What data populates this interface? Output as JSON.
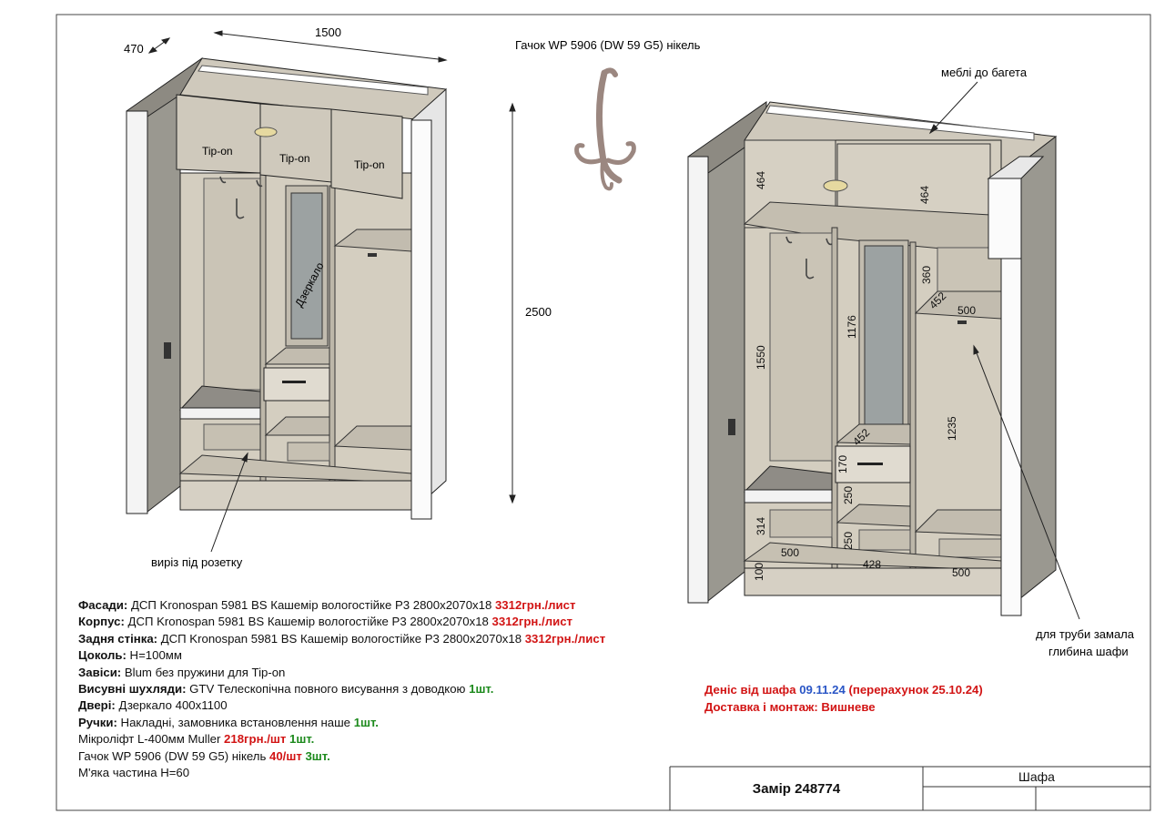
{
  "dims_left": {
    "depth": "470",
    "width": "1500",
    "height": "2500"
  },
  "facade_labels": [
    "Tip-on",
    "Tip-on",
    "Tip-on"
  ],
  "mirror_label": "Дзеркало",
  "hook_title": "Гачок WP 5906 (DW 59 G5) нікель",
  "callouts": {
    "socket": "виріз під розетку",
    "baguette": "меблі до багета",
    "pipe_line1": "для труби замала",
    "pipe_line2": "глибина шафи"
  },
  "dims_right": {
    "top_left": "464",
    "top_right": "464",
    "left_tall": "1550",
    "mid_tall": "1176",
    "right_upper": "360",
    "right_shelf_depth": "452",
    "right_shelf_width": "500",
    "right_rail": "1235",
    "mid_depth": "452",
    "drawer": "170",
    "mid_low": "250",
    "mid_bottom": "250",
    "mid_width": "428",
    "left_low": "314",
    "left_width": "500",
    "plinth": "100",
    "right_width": "500"
  },
  "spec": [
    {
      "label": "Фасади:",
      "text": " ДСП Kronospan 5981 BS Кашемір вологостійке P3 2800x2070x18 ",
      "price": "3312грн./лист"
    },
    {
      "label": "Корпус:",
      "text": " ДСП Kronospan 5981 BS Кашемір вологостійке P3 2800x2070x18 ",
      "price": "3312грн./лист"
    },
    {
      "label": "Задня стінка:",
      "text": "  ДСП Kronospan 5981 BS Кашемір вологостійке P3 2800x2070x18 ",
      "price": "3312грн./лист"
    },
    {
      "label": "Цоколь:",
      "text": " Н=100мм"
    },
    {
      "label": "Завіси:",
      "text": " Blum без пружини для Tip-on"
    },
    {
      "label": "Висувні шухляди:",
      "text": " GTV Телескопічна повного висування з доводкою ",
      "qty": "1шт."
    },
    {
      "label": "Двері:",
      "text": " Дзеркало 400х1100"
    },
    {
      "label": "Ручки:",
      "text": " Накладні, замовника встановлення наше ",
      "qty": "1шт."
    },
    {
      "text": "Мікроліфт L-400мм Muller ",
      "price": "218грн./шт",
      "qty": " 1шт."
    },
    {
      "text": "Гачок WP 5906 (DW 59 G5) нікель ",
      "price": "40/шт",
      "qty": " 3шт."
    },
    {
      "text": "М'яка частина Н=60"
    }
  ],
  "order": {
    "line1_prefix": "Деніс від шафа ",
    "date": "09.11.24",
    "line1_suffix": " (перерахунок 25.10.24)",
    "line2": "Доставка і монтаж: Вишневе"
  },
  "title_block": {
    "order_no": "Замір 248774",
    "name": "Шафа"
  },
  "colors": {
    "panel": "#cfc9bc",
    "panel_dark": "#aaa597",
    "interior": "#d8d2c5",
    "side_white": "#f4f4f4",
    "outline": "#222222",
    "red": "#d21414",
    "green": "#1d8a1d",
    "blue": "#2a56c6"
  }
}
